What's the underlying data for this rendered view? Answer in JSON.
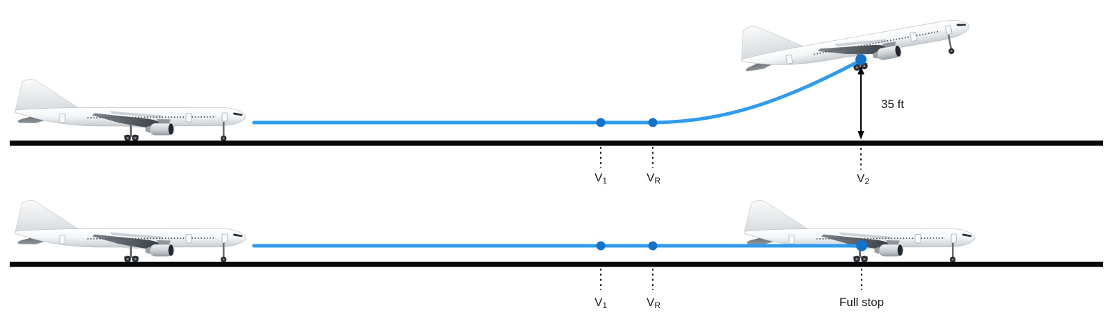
{
  "figure": {
    "kind": "takeoff-speeds-diagram",
    "aircraft_icon": "airliner-side-profile"
  },
  "colors": {
    "flight_path_blue": "#2e9bee",
    "speed_marker_blue": "#1373c8",
    "runway_black": "#070707",
    "text": "#1a1a1a"
  },
  "takeoff": {
    "v1_main": "V",
    "v1_sub": "1",
    "vr_main": "V",
    "vr_sub": "R",
    "v2_main": "V",
    "v2_sub": "2",
    "height_label": "35 ft"
  },
  "rejected": {
    "v1_main": "V",
    "v1_sub": "1",
    "vr_main": "V",
    "vr_sub": "R",
    "full_stop_label": "Full stop"
  }
}
